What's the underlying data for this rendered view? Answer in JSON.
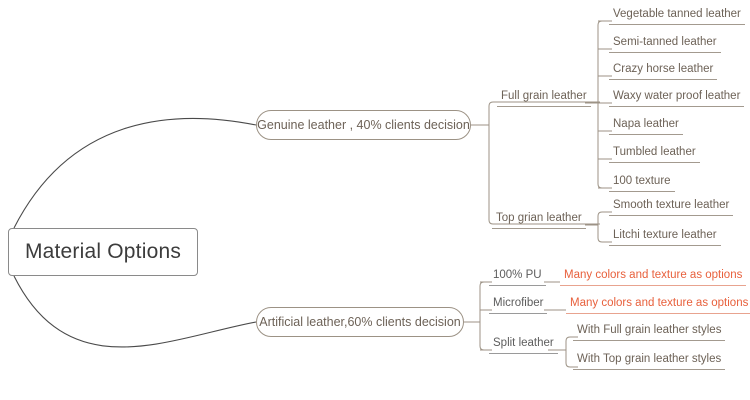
{
  "diagram": {
    "type": "mindmap",
    "title": "Material Options",
    "colors": {
      "root_text": "#3c3c3c",
      "root_border": "#8a8a8a",
      "branch_text": "#6d6257",
      "branch_border": "#9c9285",
      "leaf_text": "#6d6257",
      "leaf_underline": "#a39a8f",
      "accent_text": "#e8603c",
      "connector": "#4a4a4a",
      "background": "#ffffff"
    }
  },
  "root": {
    "label": "Material Options"
  },
  "branches": [
    {
      "id": "genuine",
      "label": "Genuine leather , 40% clients decision",
      "share_percent": 40,
      "children": [
        {
          "id": "full-grain",
          "label": "Full grain leather",
          "children": [
            {
              "label": "Vegetable tanned leather"
            },
            {
              "label": "Semi-tanned leather"
            },
            {
              "label": "Crazy horse leather"
            },
            {
              "label": "Waxy water proof leather"
            },
            {
              "label": "Napa leather"
            },
            {
              "label": "Tumbled leather"
            },
            {
              "label": "100 texture"
            }
          ]
        },
        {
          "id": "top-grain",
          "label": "Top grian leather",
          "children": [
            {
              "label": "Smooth texture leather"
            },
            {
              "label": "Litchi texture leather"
            }
          ]
        }
      ]
    },
    {
      "id": "artificial",
      "label": "Artificial leather,60% clients decision",
      "share_percent": 60,
      "children": [
        {
          "id": "pu",
          "label": "100% PU",
          "children": [
            {
              "label": "Many colors and texture as options",
              "accent": true
            }
          ]
        },
        {
          "id": "microfiber",
          "label": "Microfiber",
          "children": [
            {
              "label": "Many colors and texture as options",
              "accent": true
            }
          ]
        },
        {
          "id": "split",
          "label": "Split leather",
          "children": [
            {
              "label": "With Full grain leather styles"
            },
            {
              "label": "With Top grain leather styles"
            }
          ]
        }
      ]
    }
  ]
}
